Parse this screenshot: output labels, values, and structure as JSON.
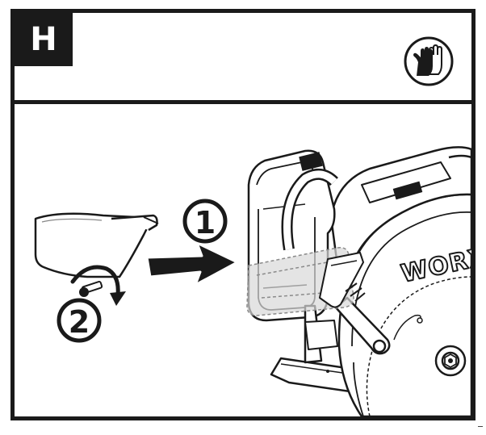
{
  "step": {
    "letter": "H"
  },
  "safety": {
    "icon": "gloves-icon"
  },
  "illustration": {
    "brand": "WORX",
    "callouts": [
      {
        "label": "1"
      },
      {
        "label": "2"
      }
    ]
  },
  "colors": {
    "ink": "#1a1a1a",
    "paper": "#ffffff",
    "ghost": "#d9d9d9"
  }
}
